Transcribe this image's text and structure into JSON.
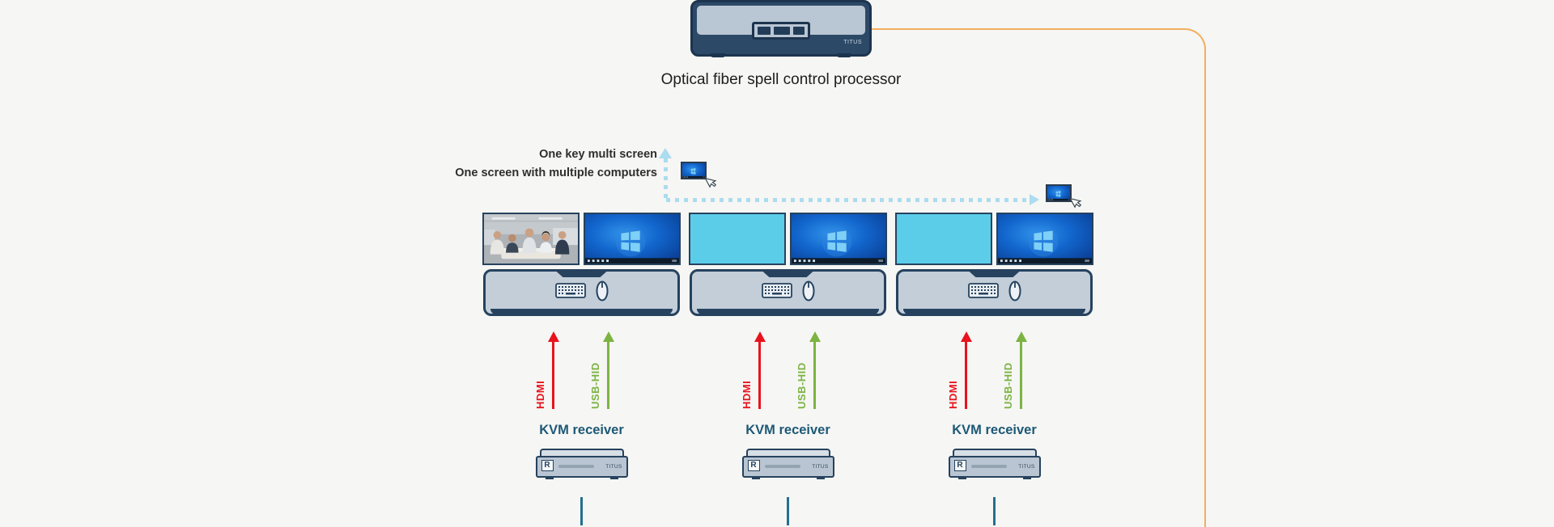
{
  "canvas": {
    "background": "#f6f6f4"
  },
  "processor": {
    "label": "Optical fiber spell control processor",
    "brand": "TITUS"
  },
  "annotation": {
    "line1": "One key multi screen",
    "line2": "One screen with multiple computers"
  },
  "stations": [
    {
      "receiver_label": "KVM receiver",
      "hdmi_label": "HDMI",
      "usb_label": "USB-HID",
      "badge": "R",
      "brand": "TITUS",
      "left_screen": "meeting-room-photo",
      "right_screen": "windows-desktop"
    },
    {
      "receiver_label": "KVM receiver",
      "hdmi_label": "HDMI",
      "usb_label": "USB-HID",
      "badge": "R",
      "brand": "TITUS",
      "left_screen": "blank-cyan",
      "right_screen": "windows-desktop"
    },
    {
      "receiver_label": "KVM receiver",
      "hdmi_label": "HDMI",
      "usb_label": "USB-HID",
      "badge": "R",
      "brand": "TITUS",
      "left_screen": "blank-cyan",
      "right_screen": "windows-desktop"
    }
  ],
  "colors": {
    "hdmi_red": "#e8131d",
    "usb_green": "#7cb342",
    "route_orange": "#f3ae5e",
    "dotted_blue": "#abdcef",
    "device_navy": "#26425e",
    "panel_gray": "#c3ced9",
    "cyan_screen": "#5bcde9",
    "receiver_text": "#1d5976"
  }
}
